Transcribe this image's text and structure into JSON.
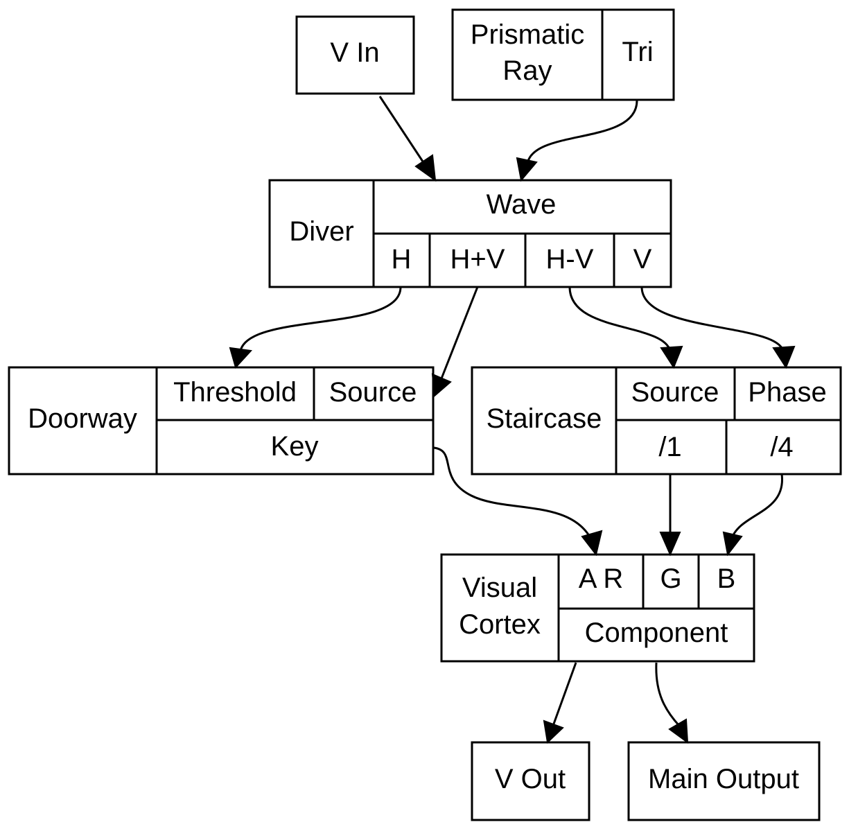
{
  "nodes": {
    "v_in": {
      "label": "V In"
    },
    "prismatic_ray": {
      "label_line1": "Prismatic",
      "label_line2": "Ray",
      "port_tri": "Tri"
    },
    "diver": {
      "label": "Diver",
      "port_wave": "Wave",
      "port_h": "H",
      "port_hpv": "H+V",
      "port_hmv": "H-V",
      "port_v": "V"
    },
    "doorway": {
      "label": "Doorway",
      "port_threshold": "Threshold",
      "port_source": "Source",
      "port_key": "Key"
    },
    "staircase": {
      "label": "Staircase",
      "port_source": "Source",
      "port_phase": "Phase",
      "port_div1": "/1",
      "port_div4": "/4"
    },
    "visual_cortex": {
      "label_line1": "Visual",
      "label_line2": "Cortex",
      "port_ar": "A R",
      "port_g": "G",
      "port_b": "B",
      "port_component": "Component"
    },
    "v_out": {
      "label": "V Out"
    },
    "main_output": {
      "label": "Main Output"
    }
  },
  "edges": [
    {
      "from": "V In",
      "to": "Diver.Wave"
    },
    {
      "from": "Prismatic Ray.Tri",
      "to": "Diver.Wave"
    },
    {
      "from": "Diver.H",
      "to": "Doorway.Threshold"
    },
    {
      "from": "Diver.H+V",
      "to": "Doorway.Source"
    },
    {
      "from": "Diver.H-V",
      "to": "Staircase.Source"
    },
    {
      "from": "Diver.V",
      "to": "Staircase.Phase"
    },
    {
      "from": "Doorway.Key",
      "to": "Visual Cortex.A R"
    },
    {
      "from": "Staircase./1",
      "to": "Visual Cortex.G"
    },
    {
      "from": "Staircase./4",
      "to": "Visual Cortex.B"
    },
    {
      "from": "Visual Cortex.Component",
      "to": "V Out"
    },
    {
      "from": "Visual Cortex.Component",
      "to": "Main Output"
    }
  ]
}
